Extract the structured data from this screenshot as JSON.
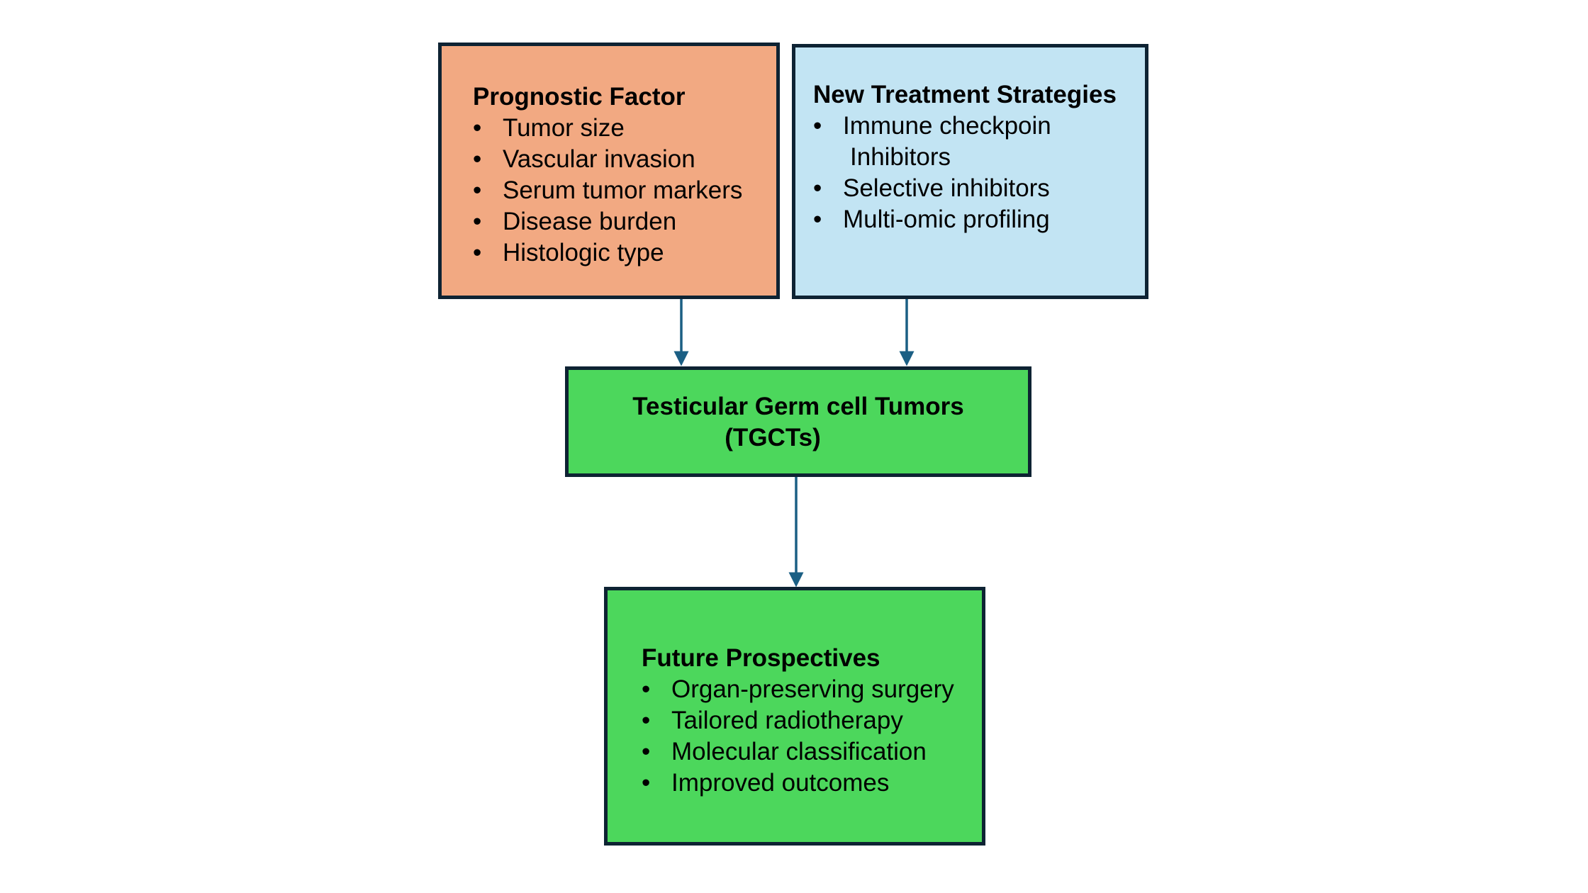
{
  "diagram": {
    "prognostic": {
      "title": "Prognostic Factor",
      "items": [
        "Tumor size",
        "Vascular invasion",
        "Serum tumor markers",
        "Disease burden",
        "Histologic type"
      ]
    },
    "treatment": {
      "title": "New Treatment Strategies",
      "items": [
        {
          "line1": "Immune checkpoin",
          "line2": "Inhibitors"
        },
        {
          "line1": "Selective inhibitors"
        },
        {
          "line1": "Multi-omic profiling"
        }
      ]
    },
    "center": {
      "line1": "Testicular Germ cell Tumors",
      "line2": "(TGCTs)"
    },
    "future": {
      "title": "Future Prospectives",
      "items": [
        "Organ-preserving surgery",
        "Tailored radiotherapy",
        "Molecular classification",
        "Improved outcomes"
      ]
    },
    "bullet": "•",
    "colors": {
      "prognostic_fill": "#f2a982",
      "treatment_fill": "#c2e4f3",
      "green_fill": "#4cd75c",
      "border": "#0e2333",
      "arrow": "#1b5f84"
    },
    "edges": [
      {
        "from": "Prognostic Factor",
        "to": "Testicular Germ cell Tumors (TGCTs)"
      },
      {
        "from": "New Treatment Strategies",
        "to": "Testicular Germ cell Tumors (TGCTs)"
      },
      {
        "from": "Testicular Germ cell Tumors (TGCTs)",
        "to": "Future Prospectives"
      }
    ]
  }
}
